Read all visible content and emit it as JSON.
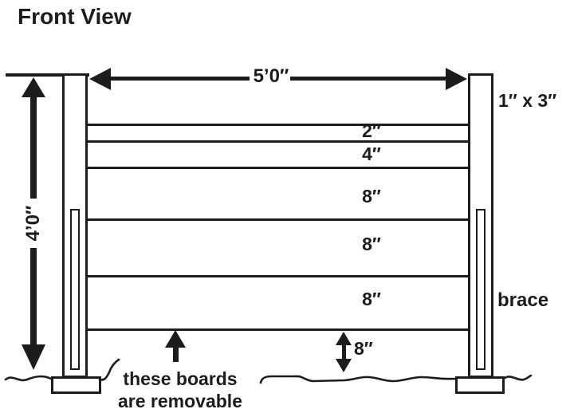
{
  "page": {
    "title": "Front View"
  },
  "colors": {
    "ink": "#1c1c1c",
    "background": "#ffffff"
  },
  "fence": {
    "width_dim": "5’0″",
    "height_dim": "4’0″",
    "board_size": "1″ x 3″",
    "gaps": [
      "2″",
      "4″",
      "8″",
      "8″",
      "8″"
    ],
    "ground_gap": "8″",
    "brace": "brace",
    "caption_line1": "these boards",
    "caption_line2": "are removable"
  }
}
